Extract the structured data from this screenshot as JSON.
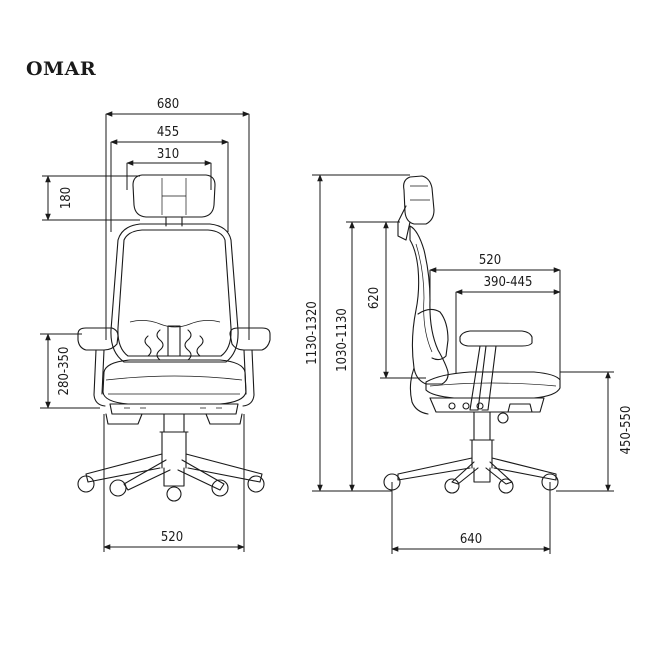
{
  "title": "OMAR",
  "front_view": {
    "dims": {
      "width_overall": "680",
      "width_back": "455",
      "width_headrest": "310",
      "headrest_height": "180",
      "armrest_height": "280-350",
      "base_width": "520"
    }
  },
  "side_view": {
    "dims": {
      "total_height": "1130-1320",
      "seat_to_top": "1030-1130",
      "back_height": "620",
      "seat_depth_overall": "520",
      "seat_depth": "390-445",
      "seat_height": "450-550",
      "base_depth": "640"
    }
  }
}
